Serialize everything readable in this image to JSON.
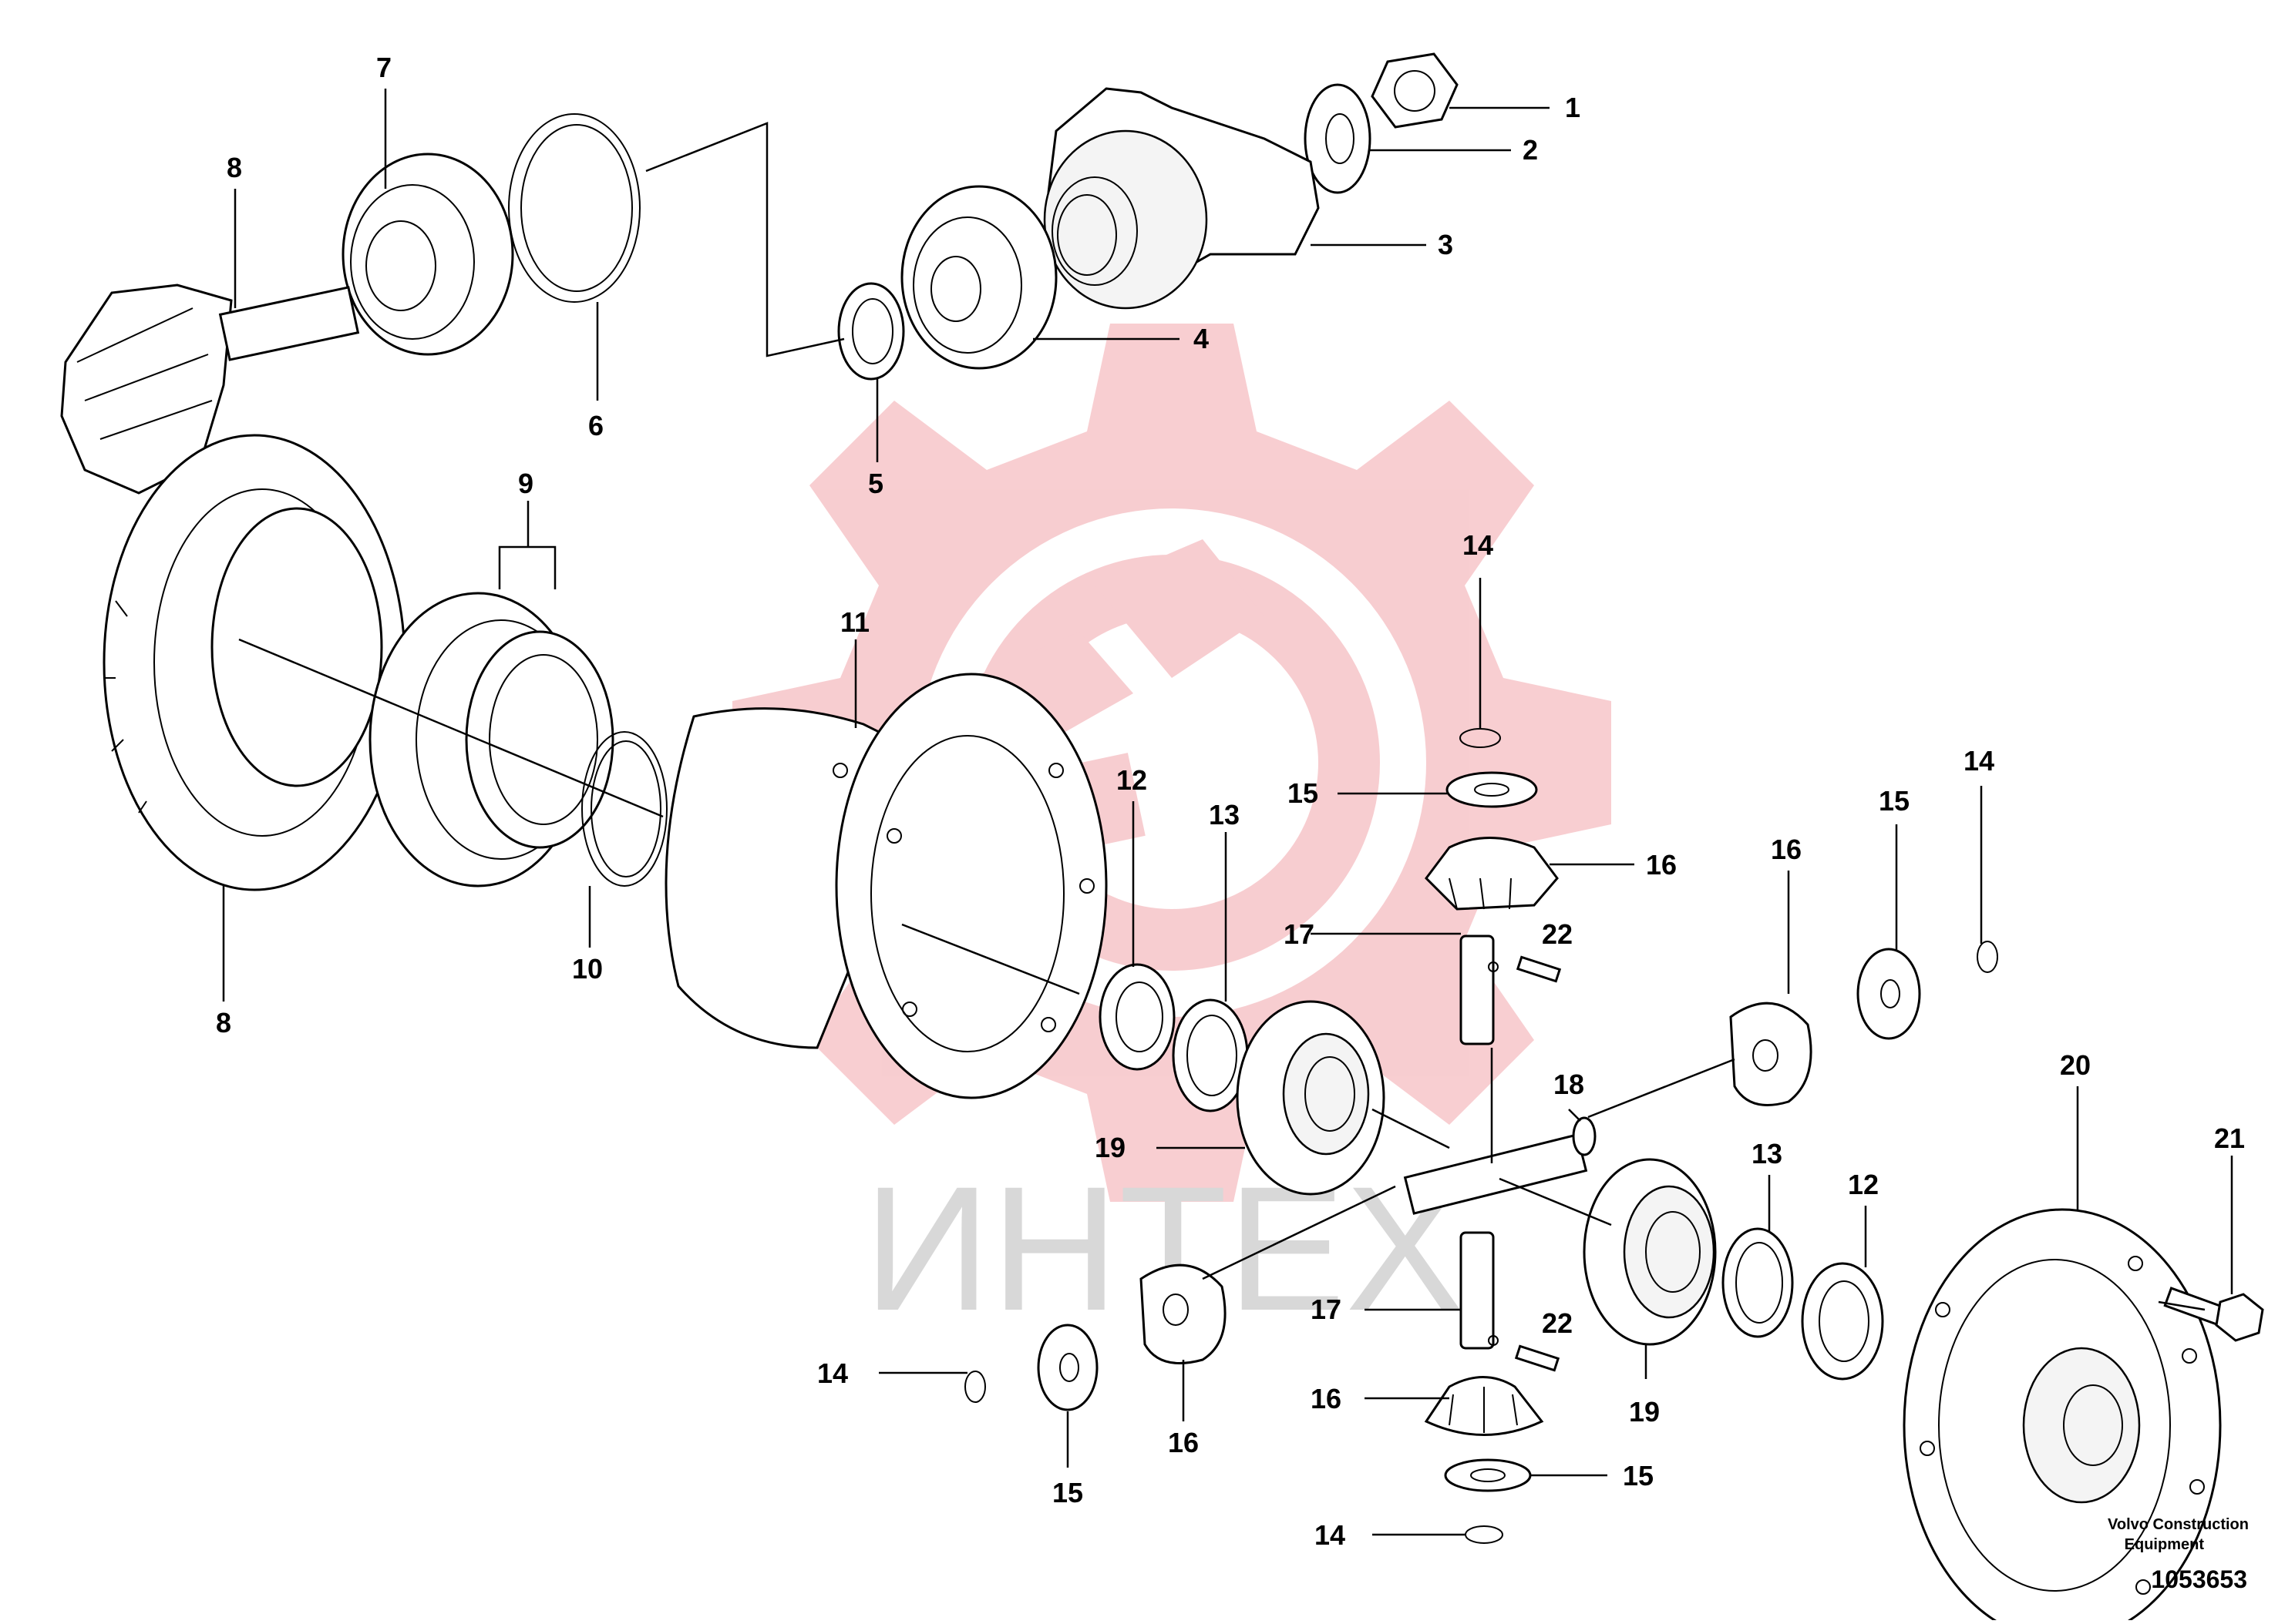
{
  "callouts": {
    "c1": "1",
    "c2": "2",
    "c3": "3",
    "c4": "4",
    "c5": "5",
    "c6": "6",
    "c7": "7",
    "c8a": "8",
    "c8b": "8",
    "c9": "9",
    "c10": "10",
    "c11": "11",
    "c12a": "12",
    "c12b": "12",
    "c13a": "13",
    "c13b": "13",
    "c14a": "14",
    "c14b": "14",
    "c14c": "14",
    "c14d": "14",
    "c15a": "15",
    "c15b": "15",
    "c15c": "15",
    "c15d": "15",
    "c16a": "16",
    "c16b": "16",
    "c16c": "16",
    "c16d": "16",
    "c17a": "17",
    "c17b": "17",
    "c18": "18",
    "c19a": "19",
    "c19b": "19",
    "c20": "20",
    "c21": "21",
    "c22a": "22",
    "c22b": "22"
  },
  "footer": {
    "manufacturer_line1": "Volvo Construction",
    "manufacturer_line2": "Equipment",
    "drawing_number": "1053653"
  },
  "watermark": {
    "text": "ИНТЕХ",
    "logo_color": "#f0b0b4",
    "text_color": "#d0d0d0"
  }
}
